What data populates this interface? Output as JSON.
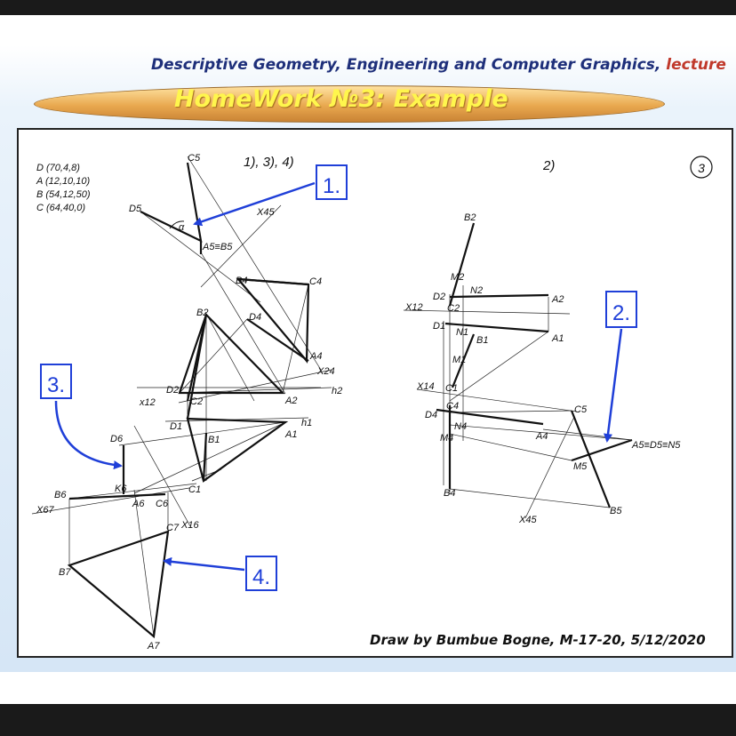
{
  "header": {
    "title": "Descriptive Geometry, Engineering and Computer Graphics,",
    "lecture": " lecture",
    "homework_title": "HomeWork №3: Example"
  },
  "colors": {
    "accent_blue": "#1f3fd8",
    "header_blue": "#1e2f7a",
    "lecture_red": "#c0392b",
    "title_yellow": "#fff64d"
  },
  "drawing": {
    "given": [
      "D (70,4,8)",
      "A (12,10,10)",
      "B (54,12,50)",
      "C (64,40,0)"
    ],
    "left_tasks": "1), 3), 4)",
    "right_task": "2)",
    "sheet_number": "3",
    "footer": "Draw by Bumbue Bogne, M-17-20, 5/12/2020"
  },
  "callouts": {
    "one": "1.",
    "two": "2.",
    "three": "3.",
    "four": "4."
  },
  "labels": {
    "C5": "C5",
    "D5": "D5",
    "alpha": "α",
    "A5B5": "A5≡B5",
    "x45": "X45",
    "B4": "B4",
    "C4": "C4",
    "B2": "B2",
    "D4": "D4",
    "A4": "A4",
    "x24": "X24",
    "D2": "D2",
    "C2": "C2",
    "A2": "A2",
    "h2": "h2",
    "x12": "x12",
    "D1": "D1",
    "B1": "B1",
    "A1": "A1",
    "h1": "h1",
    "C1": "C1",
    "D6": "D6",
    "K6": "K6",
    "B6": "B6",
    "A6": "A6",
    "C6": "C6",
    "x67": "X67",
    "x16": "X16",
    "C7": "C7",
    "B7": "B7",
    "A7": "A7",
    "rB2": "B2",
    "rM2": "M2",
    "rN2": "N2",
    "rD2": "D2",
    "rA2": "A2",
    "rC2": "C2",
    "rx12": "X12",
    "rD1": "D1",
    "rN1": "N1",
    "rB1": "B1",
    "rA1": "A1",
    "rM1": "M1",
    "rx14": "X14",
    "rC1": "C1",
    "rC4": "C4",
    "rD4": "D4",
    "rN4": "N4",
    "rM4": "M4",
    "rA4": "A4",
    "rC5": "C5",
    "rA5D5N5": "A5≡D5≡N5",
    "rM5": "M5",
    "rB4": "B4",
    "rB5": "B5",
    "rx45": "X45"
  }
}
